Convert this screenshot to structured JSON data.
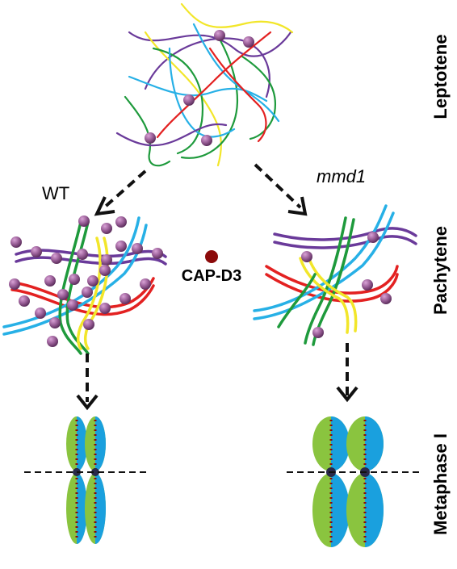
{
  "stages": {
    "leptotene": "Leptotene",
    "pachytene": "Pachytene",
    "metaphase": "Metaphase I"
  },
  "genotypes": {
    "wt": "WT",
    "mutant": "mmd1"
  },
  "legend": {
    "label": "CAP-D3",
    "marker_color": "#8b0a0a"
  },
  "colors": {
    "bead": "#8e5a8e",
    "purple": "#6a3a9a",
    "green": "#1e9a3c",
    "cyan": "#27b0e6",
    "yellow": "#f2e62a",
    "red": "#e32121",
    "chromatid_green": "#8ac43f",
    "chromatid_blue": "#1aa0de",
    "axis_dot": "#8b0a0a",
    "arrow": "#111111"
  }
}
